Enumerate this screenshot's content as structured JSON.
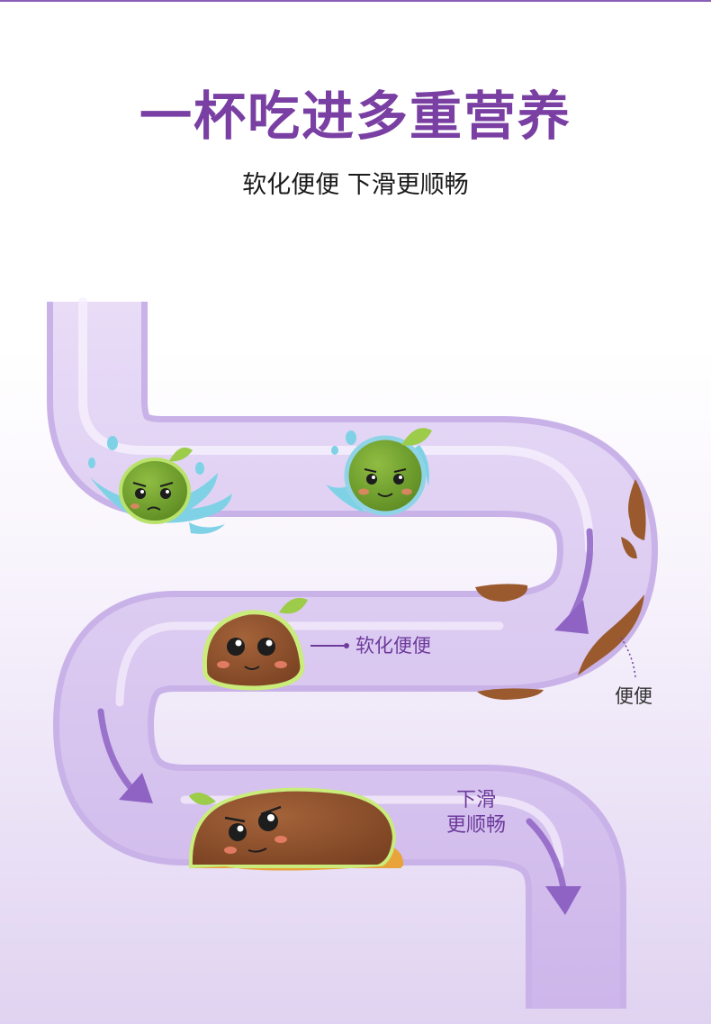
{
  "title": "一杯吃进多重营养",
  "subtitle": "软化便便 下滑更顺畅",
  "callouts": {
    "soften": "软化便便",
    "stool": "便便",
    "slide_line1": "下滑",
    "slide_line2": "更顺畅"
  },
  "colors": {
    "title": "#7a3fa3",
    "intestine": "#dccaf1",
    "arrow": "#8e63c4",
    "bean_green": "#6b9a2f",
    "stool_brown": "#8a4e2b",
    "water": "#7fd2e6"
  }
}
